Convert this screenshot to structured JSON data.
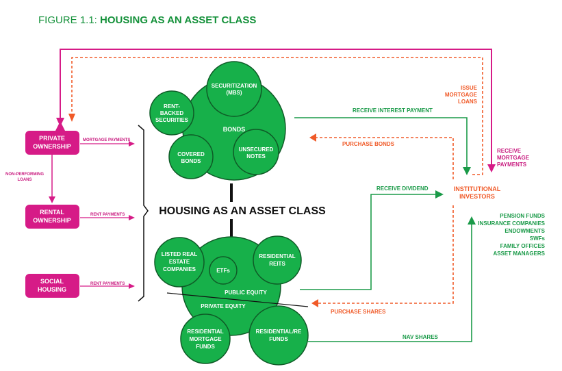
{
  "figure": {
    "title_prefix": "FIGURE 1.1: ",
    "title_main": "HOUSING AS AN ASSET CLASS"
  },
  "center_title": "HOUSING AS AN ASSET CLASS",
  "ownership_boxes": {
    "private": [
      "PRIVATE",
      "OWNERSHIP"
    ],
    "rental": [
      "RENTAL",
      "OWNERSHIP"
    ],
    "social": [
      "SOCIAL",
      "HOUSING"
    ]
  },
  "left_labels": {
    "non_performing": [
      "NON-PERFORMING",
      "LOANS"
    ],
    "mortgage_payments": "MORTGAGE PAYMENTS",
    "rent_payments_1": "RENT PAYMENTS",
    "rent_payments_2": "RENT PAYMENTS"
  },
  "bonds": {
    "label": "BONDS",
    "securitization": [
      "SECURITIZATION",
      "(MBS)"
    ],
    "rent_backed": [
      "RENT-",
      "BACKED",
      "SECURITIES"
    ],
    "covered": [
      "COVERED",
      "BONDS"
    ],
    "unsecured": [
      "UNSECURED",
      "NOTES"
    ]
  },
  "equity": {
    "public_label": "PUBLIC EQUITY",
    "private_label": "PRIVATE EQUITY",
    "listed": [
      "LISTED REAL",
      "ESTATE",
      "COMPANIES"
    ],
    "etfs": "ETFs",
    "reits": [
      "RESIDENTIAL",
      "REITS"
    ],
    "mortgage_funds": [
      "RESIDENTIAL",
      "MORTGAGE",
      "FUNDS"
    ],
    "re_funds": [
      "RESIDENTIAL/RE",
      "FUNDS"
    ]
  },
  "flows": {
    "issue_mortgage": [
      "ISSUE",
      "MORTGAGE",
      "LOANS"
    ],
    "receive_mortgage": [
      "RECEIVE",
      "MORTGAGE",
      "PAYMENTS"
    ],
    "receive_interest": "RECEIVE INTEREST PAYMENT",
    "purchase_bonds": "PURCHASE BONDS",
    "receive_dividend": "RECEIVE DIVIDEND",
    "purchase_shares": "PURCHASE SHARES",
    "nav_shares": "NAV SHARES"
  },
  "investors": {
    "title": [
      "INSTITUTIONAL",
      "INVESTORS"
    ],
    "types": [
      "PENSION FUNDS",
      "INSURANCE COMPANIES",
      "ENDOWMENTS",
      "SWFs",
      "FAMILY OFFICES",
      "ASSET MANAGERS"
    ]
  },
  "colors": {
    "green_dark": "#14913a",
    "green_fill": "#17b04a",
    "pink": "#d61b87",
    "orange": "#f05a28"
  }
}
